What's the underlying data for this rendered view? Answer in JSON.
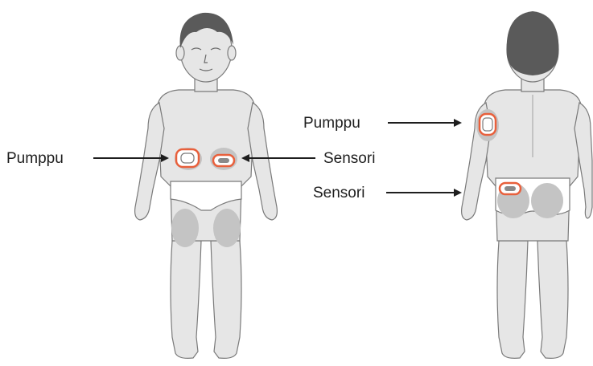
{
  "labels": {
    "front_pump": "Pumppu",
    "front_sensor": "Sensori",
    "back_pump": "Pumppu",
    "back_sensor": "Sensori"
  },
  "colors": {
    "body_fill": "#e6e6e6",
    "body_stroke": "#7a7a7a",
    "hair": "#5a5a5a",
    "site_zone": "#c4c4c4",
    "device_ring": "#e8603c",
    "arrow": "#1e1e1e"
  },
  "icons": {
    "front_figure": "child-front-icon",
    "back_figure": "child-back-icon",
    "pump_device": "pump-device-icon",
    "sensor_device": "sensor-device-icon"
  }
}
